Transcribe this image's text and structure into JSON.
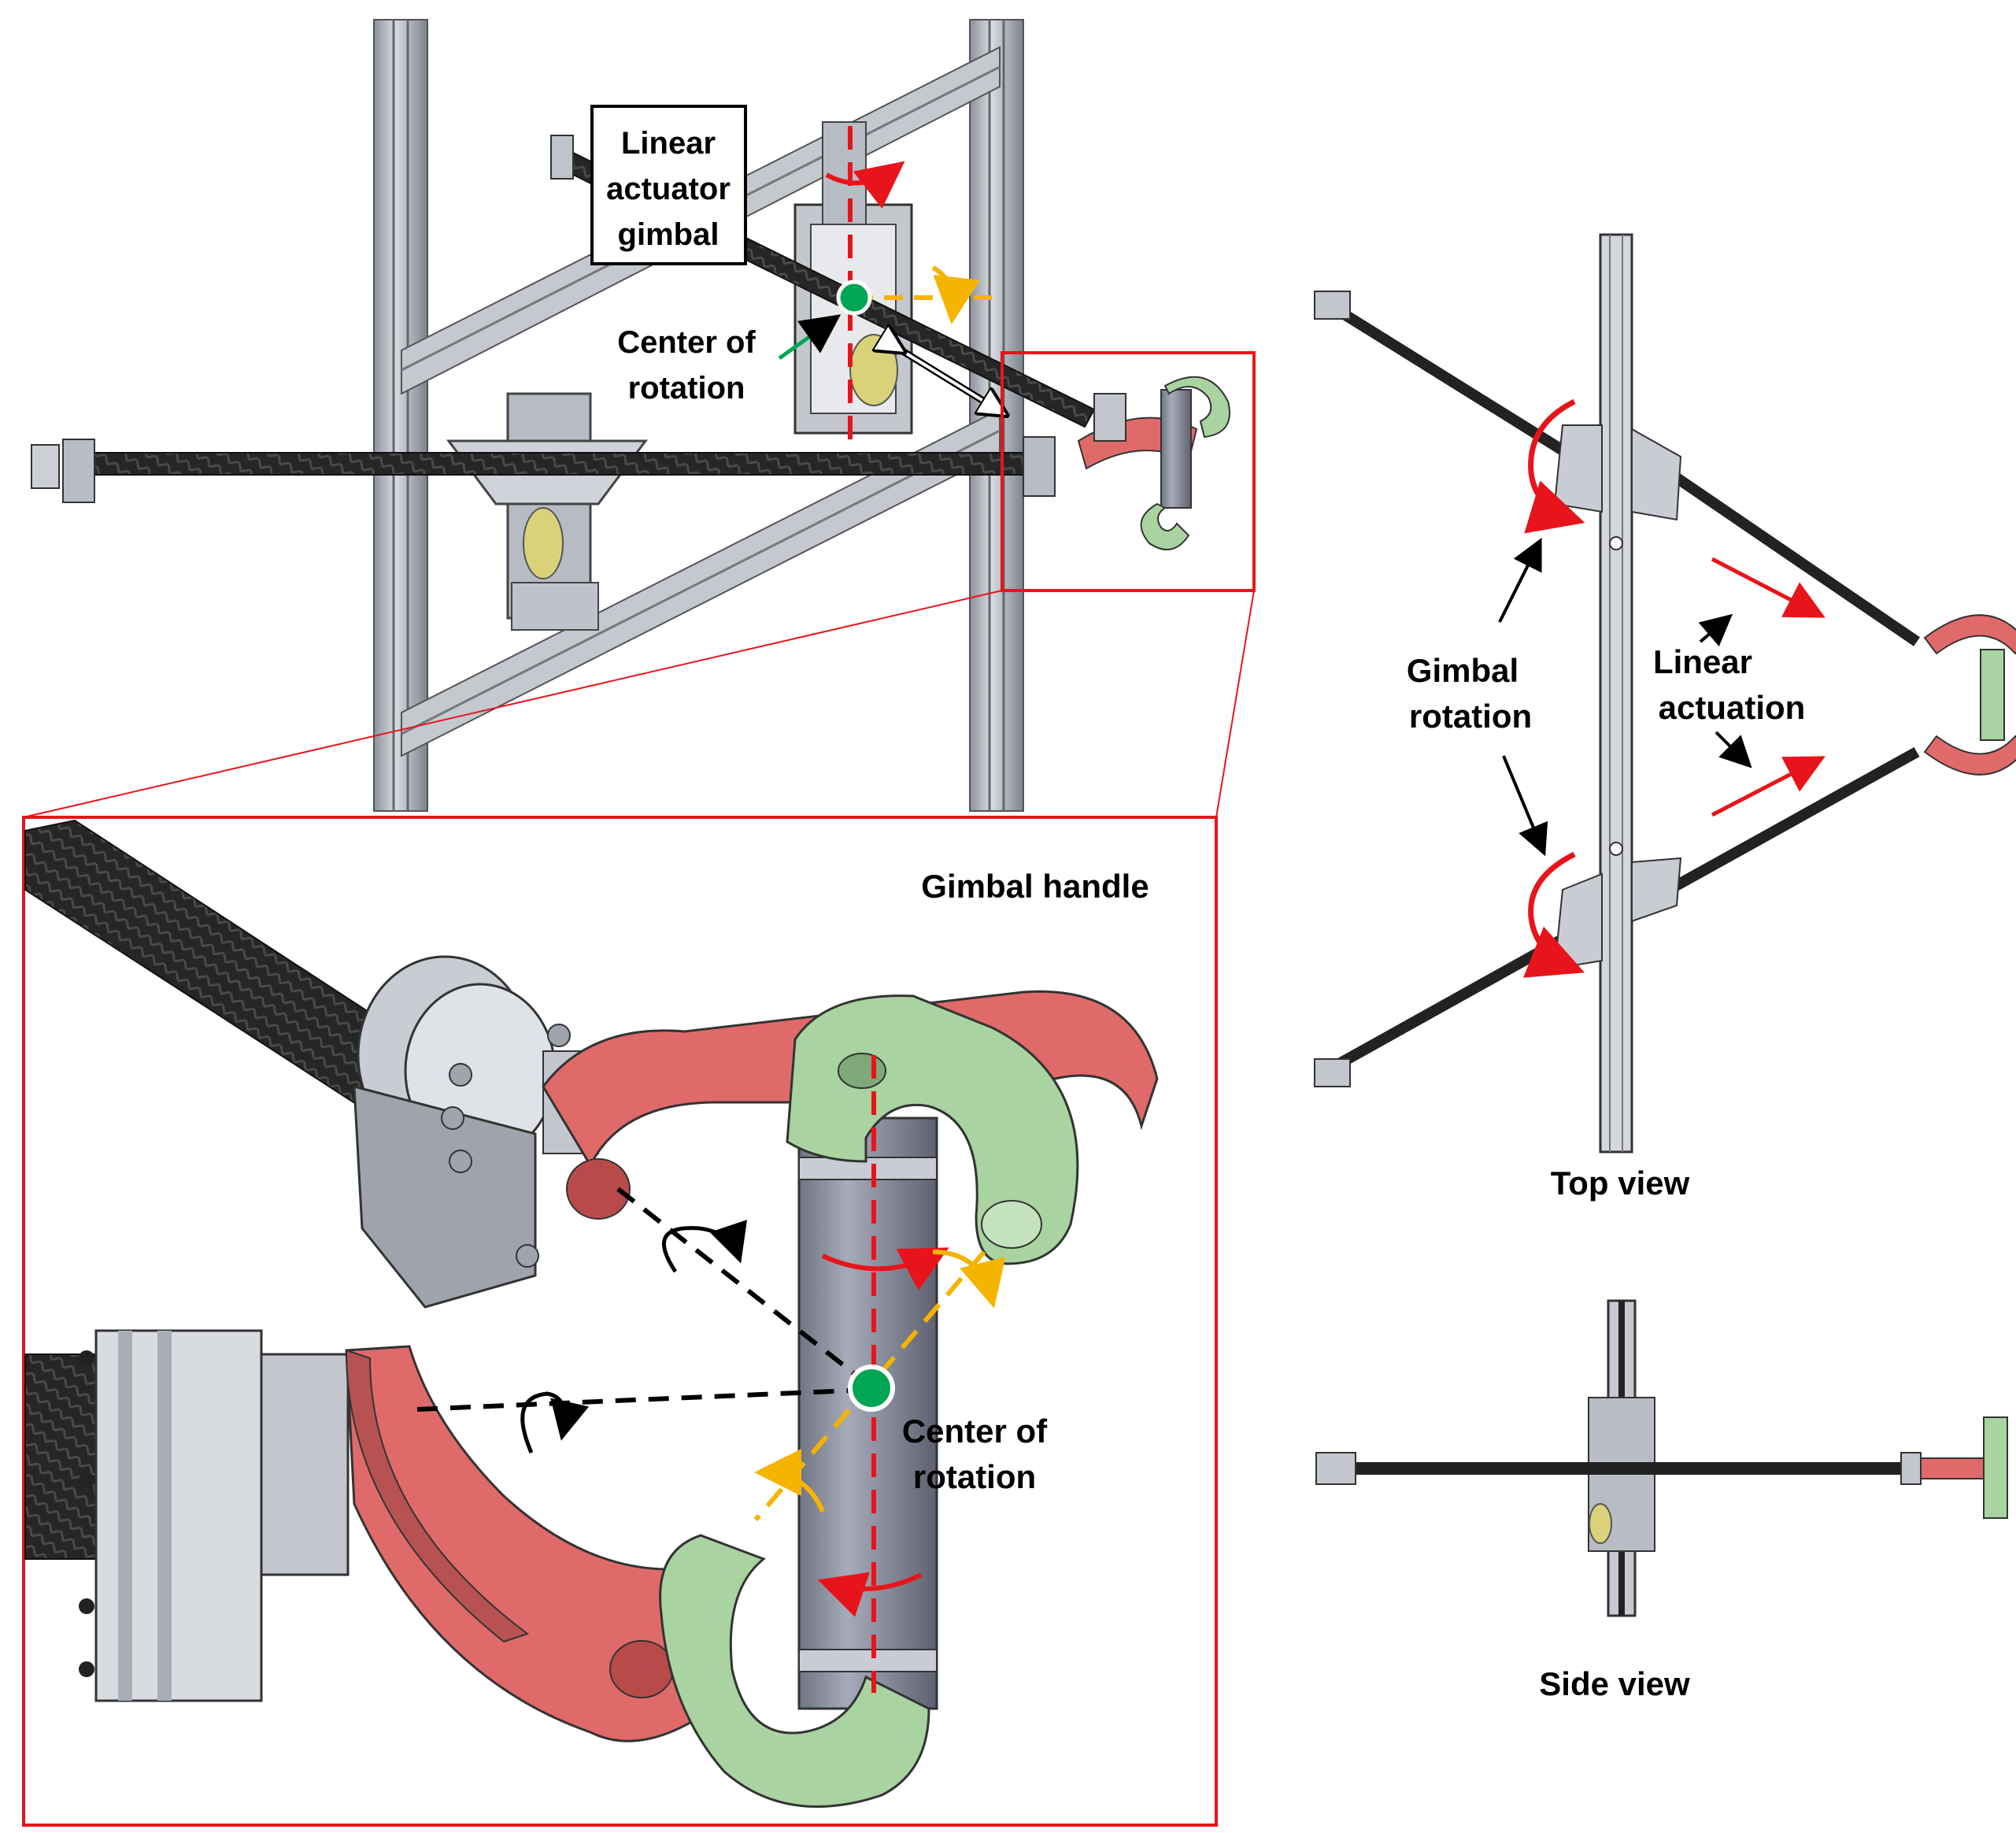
{
  "labels": {
    "linear_actuator_gimbal": [
      "Linear",
      "actuator",
      "gimbal"
    ],
    "center_of_rotation_top": [
      "Center of",
      "rotation"
    ],
    "gimbal_handle": "Gimbal handle",
    "center_of_rotation_detail": [
      "Center of",
      "rotation"
    ],
    "gimbal_rotation": [
      "Gimbal",
      "rotation"
    ],
    "linear_actuation": [
      "Linear",
      "actuation"
    ],
    "top_view": "Top view",
    "side_view": "Side view"
  },
  "colors": {
    "rotation_axis_red": "#e8141b",
    "rotation_axis_orange": "#f5b400",
    "center_marker_green": "#00a651",
    "highlight_box": "#e8141b",
    "handle_red": "#e06a6a",
    "handle_green": "#a9d3a0",
    "carbon_tube": "#2b2b2b",
    "aluminum": "#b9bdc6"
  },
  "icons": {
    "center_marker": "green-dot-icon",
    "rotation_arrow": "curved-arrow-icon",
    "linear_arrow": "straight-arrow-icon"
  }
}
